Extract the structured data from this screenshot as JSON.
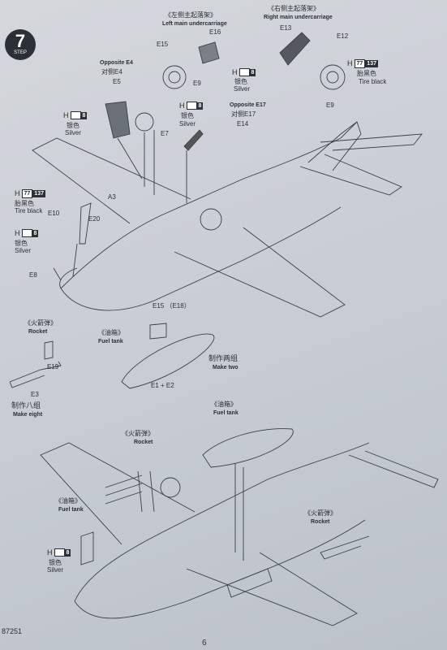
{
  "step": {
    "number": "7",
    "label": "STEP"
  },
  "left_main": {
    "cn": "《左侧主起落架》",
    "en": "Left main undercarriage"
  },
  "right_main": {
    "cn": "《右侧主起落架》",
    "en": "Right main undercarriage"
  },
  "parts": {
    "e16": "E16",
    "e15_left": "E15",
    "e9_left": "E9",
    "e13": "E13",
    "e12": "E12",
    "e9_right": "E9",
    "e5": "E5",
    "e7": "E7",
    "e14": "E14",
    "a3": "A3",
    "e10": "E10",
    "e20": "E20",
    "e8": "E8",
    "e19": "E19",
    "e3": "E3",
    "e15_tank": "E15 （E18）",
    "e1e2": "E1 + E2"
  },
  "opposite_e4": {
    "en": "Opposite E4",
    "cn": "对侧E4"
  },
  "opposite_e17": {
    "en": "Opposite E17",
    "cn": "对侧E17"
  },
  "paints": {
    "silver_code": "8",
    "h": "H",
    "tire_code1": "77",
    "tire_code2": "137",
    "silver_cn": "银色",
    "silver_en": "Silver",
    "tire_cn": "胎黑色",
    "tire_en": "Tire black"
  },
  "rocket": {
    "cn": "《火箭弹》",
    "en": "Rocket"
  },
  "fuel_tank": {
    "cn": "《油箱》",
    "en": "Fuel tank"
  },
  "make_two": {
    "cn": "制作两组",
    "en": "Make two"
  },
  "make_eight": {
    "cn": "制作八组",
    "en": "Make eight"
  },
  "footer": {
    "model_no": "87251",
    "page_no": "6"
  }
}
